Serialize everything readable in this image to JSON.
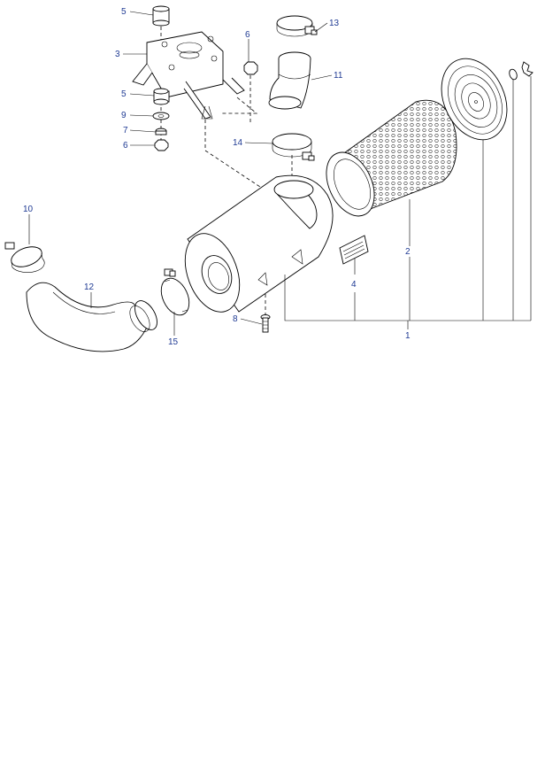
{
  "diagram": {
    "callouts": [
      {
        "key": "c5a",
        "label": "5"
      },
      {
        "key": "c3",
        "label": "3"
      },
      {
        "key": "c5b",
        "label": "5"
      },
      {
        "key": "c9",
        "label": "9"
      },
      {
        "key": "c7",
        "label": "7"
      },
      {
        "key": "c6a",
        "label": "6"
      },
      {
        "key": "c6b",
        "label": "6"
      },
      {
        "key": "c13",
        "label": "13"
      },
      {
        "key": "c11",
        "label": "11"
      },
      {
        "key": "c14",
        "label": "14"
      },
      {
        "key": "c10",
        "label": "10"
      },
      {
        "key": "c12",
        "label": "12"
      },
      {
        "key": "c15",
        "label": "15"
      },
      {
        "key": "c8",
        "label": "8"
      },
      {
        "key": "c4",
        "label": "4"
      },
      {
        "key": "c2",
        "label": "2"
      },
      {
        "key": "c1",
        "label": "1"
      }
    ]
  }
}
